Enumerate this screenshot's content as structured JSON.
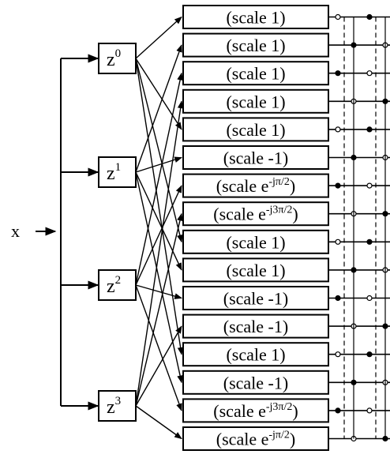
{
  "diagram": {
    "input_label": "x",
    "delays": [
      {
        "base": "z",
        "exp": "0"
      },
      {
        "base": "z",
        "exp": "1"
      },
      {
        "base": "z",
        "exp": "2"
      },
      {
        "base": "z",
        "exp": "3"
      }
    ],
    "scale_blocks": [
      {
        "prefix": "(scale ",
        "value": "1",
        "sup": "",
        "suffix": ")"
      },
      {
        "prefix": "(scale ",
        "value": "1",
        "sup": "",
        "suffix": ")"
      },
      {
        "prefix": "(scale ",
        "value": "1",
        "sup": "",
        "suffix": ")"
      },
      {
        "prefix": "(scale ",
        "value": "1",
        "sup": "",
        "suffix": ")"
      },
      {
        "prefix": "(scale ",
        "value": "1",
        "sup": "",
        "suffix": ")"
      },
      {
        "prefix": "(scale ",
        "value": "-1",
        "sup": "",
        "suffix": ")"
      },
      {
        "prefix": "(scale ",
        "value": "e",
        "sup": "-jπ/2",
        "suffix": ")"
      },
      {
        "prefix": "(scale ",
        "value": "e",
        "sup": "-j3π/2",
        "suffix": ")"
      },
      {
        "prefix": "(scale ",
        "value": "1",
        "sup": "",
        "suffix": ")"
      },
      {
        "prefix": "(scale ",
        "value": "1",
        "sup": "",
        "suffix": ")"
      },
      {
        "prefix": "(scale ",
        "value": "-1",
        "sup": "",
        "suffix": ")"
      },
      {
        "prefix": "(scale ",
        "value": "-1",
        "sup": "",
        "suffix": ")"
      },
      {
        "prefix": "(scale ",
        "value": "1",
        "sup": "",
        "suffix": ")"
      },
      {
        "prefix": "(scale ",
        "value": "-1",
        "sup": "",
        "suffix": ")"
      },
      {
        "prefix": "(scale ",
        "value": "e",
        "sup": "-j3π/2",
        "suffix": ")"
      },
      {
        "prefix": "(scale ",
        "value": "e",
        "sup": "-jπ/2",
        "suffix": ")"
      }
    ]
  }
}
